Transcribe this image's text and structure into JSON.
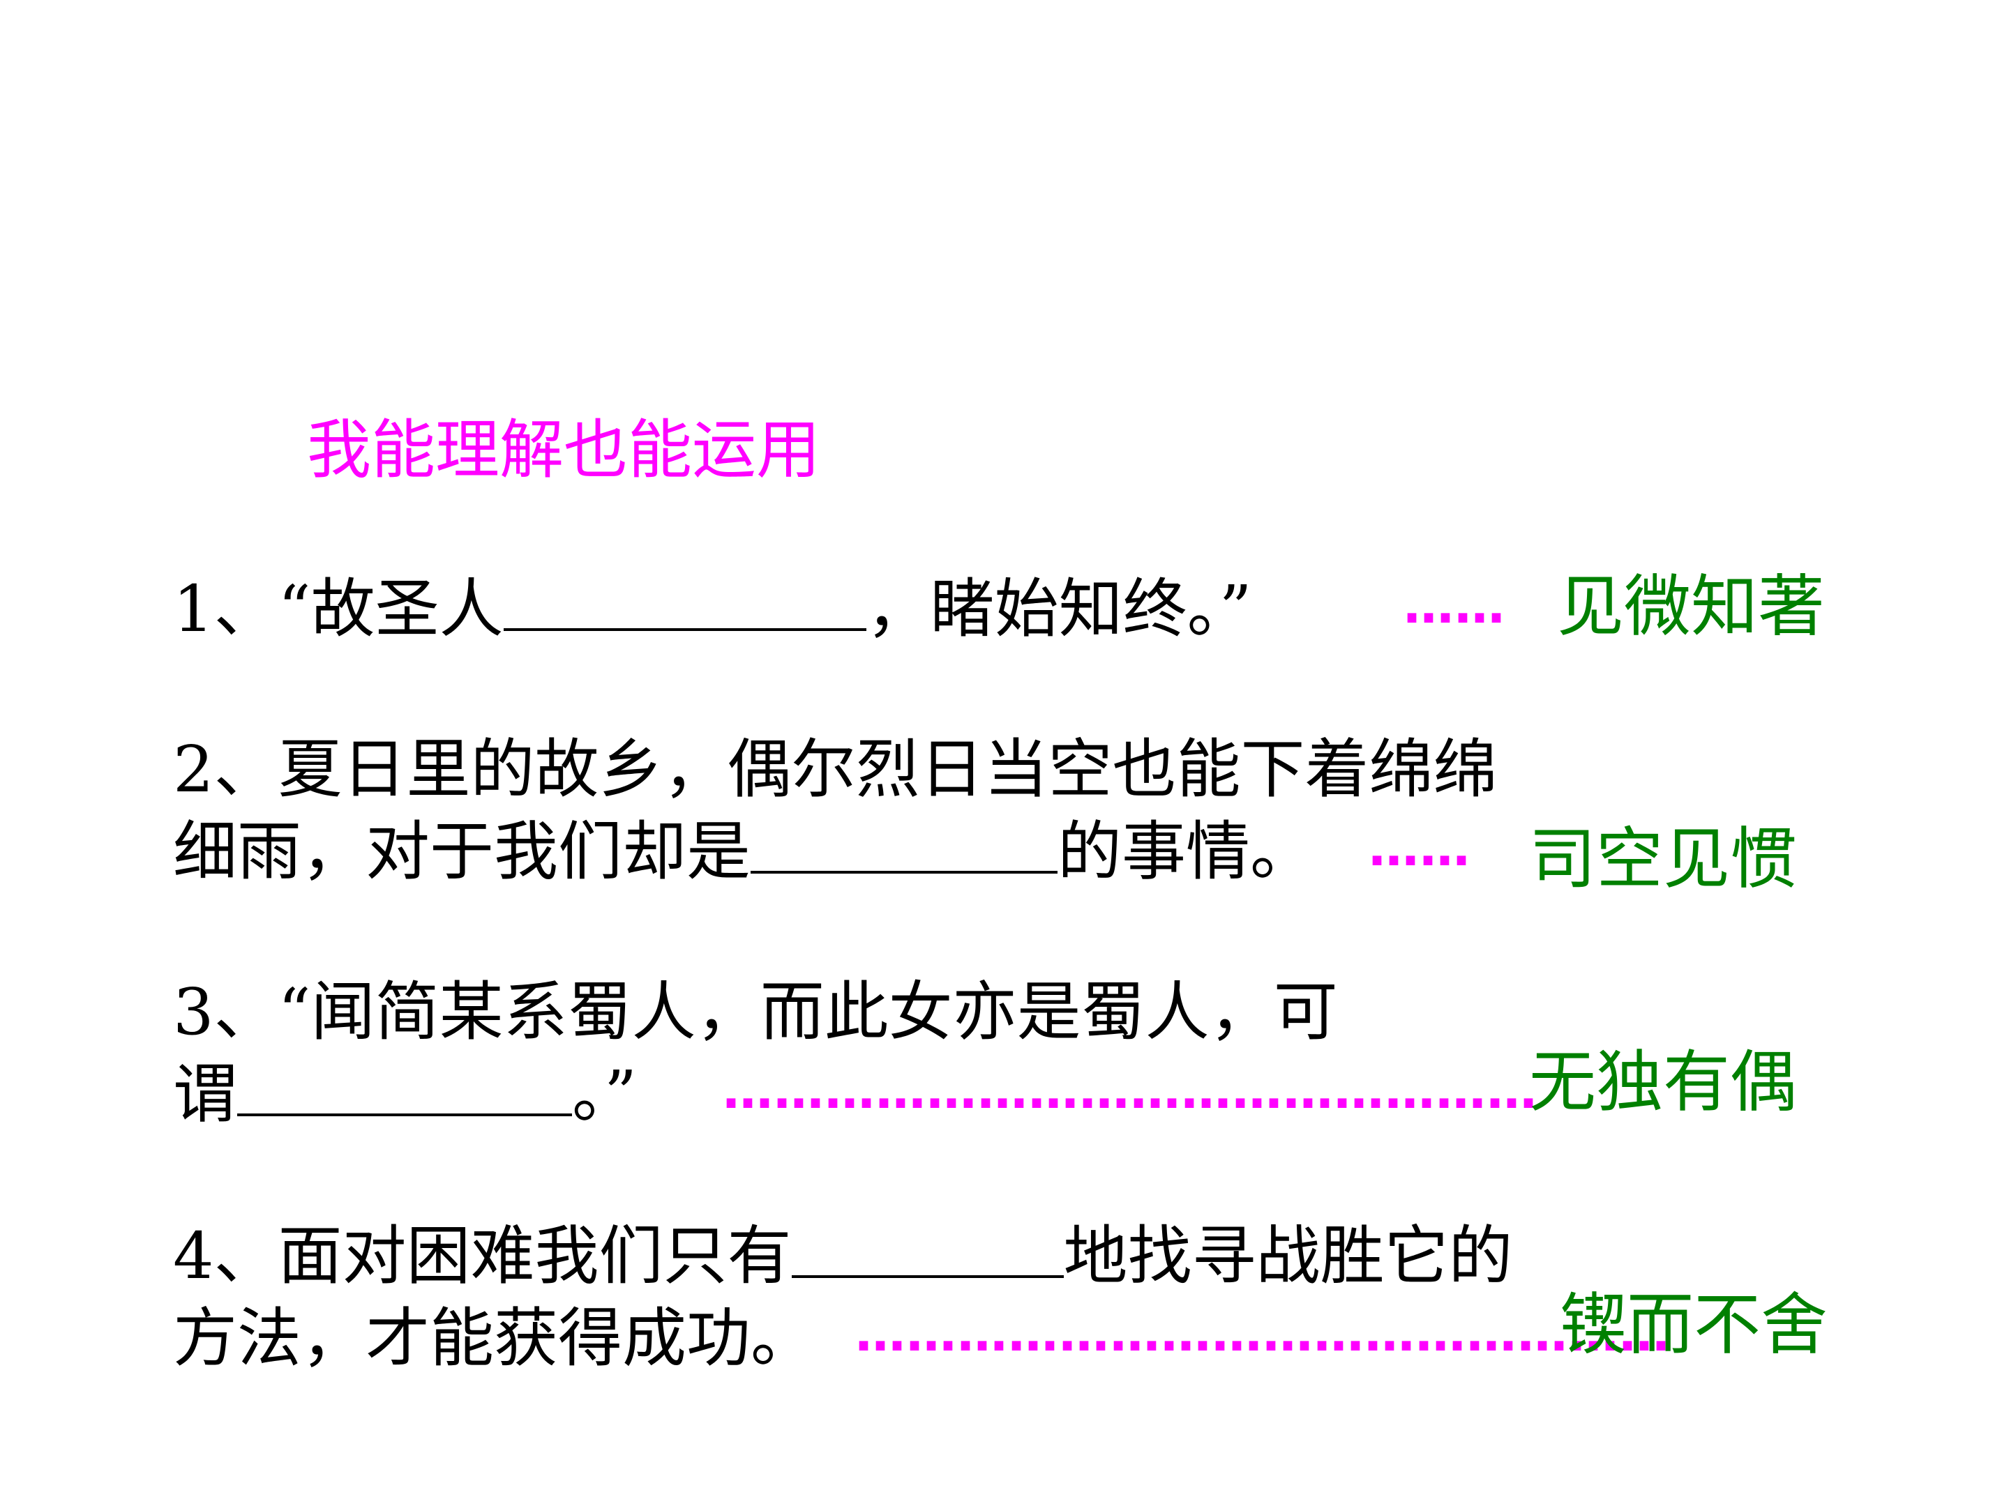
{
  "slide": {
    "heading": "我能理解也能运用",
    "items": [
      {
        "line1_before": "1、“故圣人",
        "line1_after": "，睹始知终。”",
        "dots": "……",
        "answer": "见微知著"
      },
      {
        "line1": "2、夏日里的故乡，偶尔烈日当空也能下着绵绵",
        "line2_before": "细雨，对于我们却是",
        "line2_after": "的事情。",
        "dots": "……",
        "answer": "司空见惯"
      },
      {
        "line1": "3、“闻简某系蜀人，而此女亦是蜀人，可",
        "line2_before": "谓",
        "line2_after": "。”",
        "dots": "…………………………………………",
        "answer": "无独有偶"
      },
      {
        "line1_before": "4、面对困难我们只有",
        "line1_after": "地找寻战胜它的",
        "line2": "方法，才能获得成功。",
        "dots": "…………………………………………",
        "answer": "锲而不舍"
      }
    ]
  }
}
